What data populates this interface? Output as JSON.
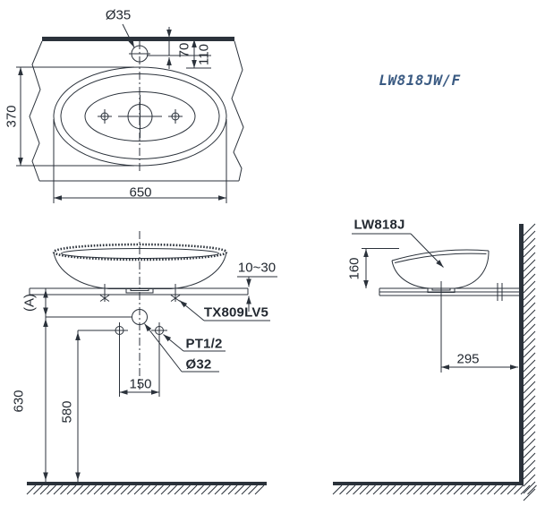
{
  "title_label": "LW818JW/F",
  "top_view": {
    "hole_diameter": "Ø35",
    "dim_hole_offset": "70",
    "dim_rim_offset": "110",
    "dim_depth": "370",
    "dim_width": "650"
  },
  "front_view": {
    "counter_thickness": "10~30",
    "dim_a": "(A)",
    "fitting_code": "TX809LV5",
    "supply_thread": "PT1/2",
    "drain_diameter": "Ø32",
    "dim_supply_spacing": "150",
    "dim_drain_height": "630",
    "dim_supply_height": "580"
  },
  "side_view": {
    "product_code": "LW818J",
    "dim_basin_height": "160",
    "dim_drain_to_wall": "295"
  },
  "colors": {
    "line": "#2b323b",
    "text": "#232931",
    "model_label": "#3a5a82"
  }
}
